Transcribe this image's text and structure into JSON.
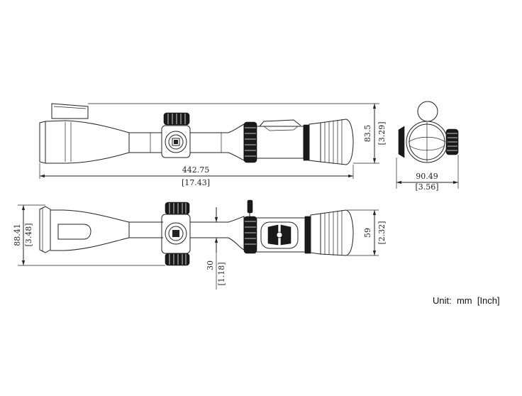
{
  "dimensions": {
    "total_length": {
      "mm": "442.75",
      "inch": "[17.43]"
    },
    "side_height": {
      "mm": "83.5",
      "inch": "[3.29]"
    },
    "front_width": {
      "mm": "90.49",
      "inch": "[3.56]"
    },
    "top_height": {
      "mm": "88.41",
      "inch": "[3.48]"
    },
    "tube_diameter": {
      "mm": "30",
      "inch": "[1.18]"
    },
    "eyepiece_diameter": {
      "mm": "59",
      "inch": "[2.32]"
    }
  },
  "unit_label": "Unit:  mm  [Inch]"
}
